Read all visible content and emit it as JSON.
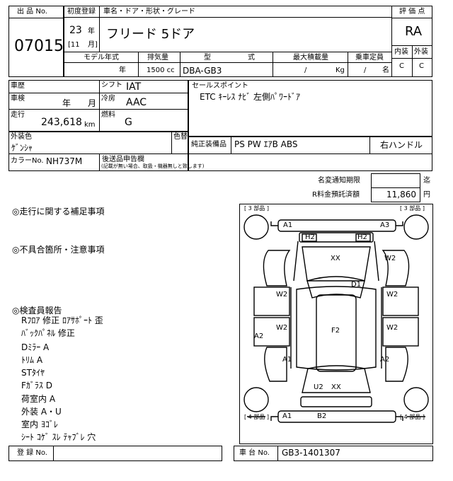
{
  "header": {
    "lot_no_label": "出 品 No.",
    "lot_no": "07015",
    "first_reg_label": "初度登録",
    "year": "23",
    "year_unit": "年",
    "month": "[11",
    "month_unit": "月]",
    "car_name_label": "車名・ドア・形状・グレード",
    "car_name": "フリード 5ドア",
    "model_year_label": "モデル年式",
    "model_year_unit": "年",
    "displacement_label": "排気量",
    "displacement": "1500 cc",
    "type_label": "型",
    "type_label2": "式",
    "type": "DBA-GB3",
    "max_load_label": "最大積載量",
    "max_load": "/",
    "max_load_unit": "Kg",
    "capacity_label": "乗車定員",
    "capacity": "/",
    "capacity_unit": "名",
    "score_label": "評 価 点",
    "score": "RA",
    "interior_label": "内装",
    "exterior_label": "外装",
    "interior": "C",
    "exterior": "C"
  },
  "specs": {
    "history_label": "車歴",
    "inspection_label": "車検",
    "inspection_year_unit": "年",
    "inspection_month_unit": "月",
    "mileage_label": "走行",
    "mileage": "243,618",
    "mileage_unit": "km",
    "shift_label": "シフト",
    "shift": "IAT",
    "ac_label": "冷房",
    "ac": "AAC",
    "fuel_label": "燃料",
    "fuel": "G",
    "sales_points_label": "セールスポイント",
    "sales_points": "ETC ｷｰﾚｽ ﾅﾋﾞ 左側ﾊﾟﾜｰﾄﾞｱ",
    "color_label": "外装色",
    "color": "ｹﾞﾝｼｬ",
    "repaint_label": "色替",
    "color_no_label": "カラーNo.",
    "color_no": "NH737M",
    "aftermarket_label": "後送品申告欄",
    "aftermarket_note": "(記載が無い場合、取扱・機器無しと致します)",
    "oem_label": "純正装備品",
    "oem": "PS PW ｴｱB ABS",
    "steering": "右ハンドル"
  },
  "fees": {
    "name_change_label": "名変通知期限",
    "name_change_unit": "迄",
    "recycle_label": "R料金預託済額",
    "recycle_value": "11,860",
    "recycle_unit": "円"
  },
  "notes": {
    "driving_label": "◎走行に関する補足事項",
    "defects_label": "◎不具合箇所・注意事項",
    "inspector_label": "◎検査員報告",
    "inspector_items": [
      "Rﾌﾛｱ 修正 ﾛｱｻﾎﾟｰﾄ 歪",
      "ﾊﾞｯｸﾊﾟﾈﾙ 修正",
      "Dﾐﾗｰ A",
      "ﾄﾘﾑ A",
      "STﾀｲﾔ",
      "Fｶﾞﾗｽ D",
      "荷室内 A",
      "外装 A・U",
      "室内 ﾖｺﾞﾚ",
      "ｼｰﾄ ｺｹﾞ ｽﾚ ﾃｬﾌﾞﾚ 穴"
    ]
  },
  "diagram": {
    "tire_tl": "3",
    "tire_tr": "3",
    "tire_bl": "4",
    "tire_br": "4",
    "tire_unit": "部品",
    "marks": {
      "front_bumper": "A1",
      "front_right": "A3",
      "hood_l": "H2",
      "hood_r": "H2",
      "roof_area": "XX",
      "rf_fender": "W2",
      "windshield": "D1",
      "rf_door": "W2",
      "lf_door": "W2",
      "lr_door": "W2",
      "rr_door": "W2",
      "left_side": "A2",
      "roof": "F2",
      "l_quarter": "A1",
      "r_quarter": "A2",
      "rear_u": "U2",
      "rear_xx": "XX",
      "rear_bumper_l": "A1",
      "rear_bumper_b": "B2"
    }
  },
  "footer": {
    "reg_no_label": "登 録 No.",
    "chassis_label": "車 台 No.",
    "chassis_no": "GB3-1401307"
  }
}
